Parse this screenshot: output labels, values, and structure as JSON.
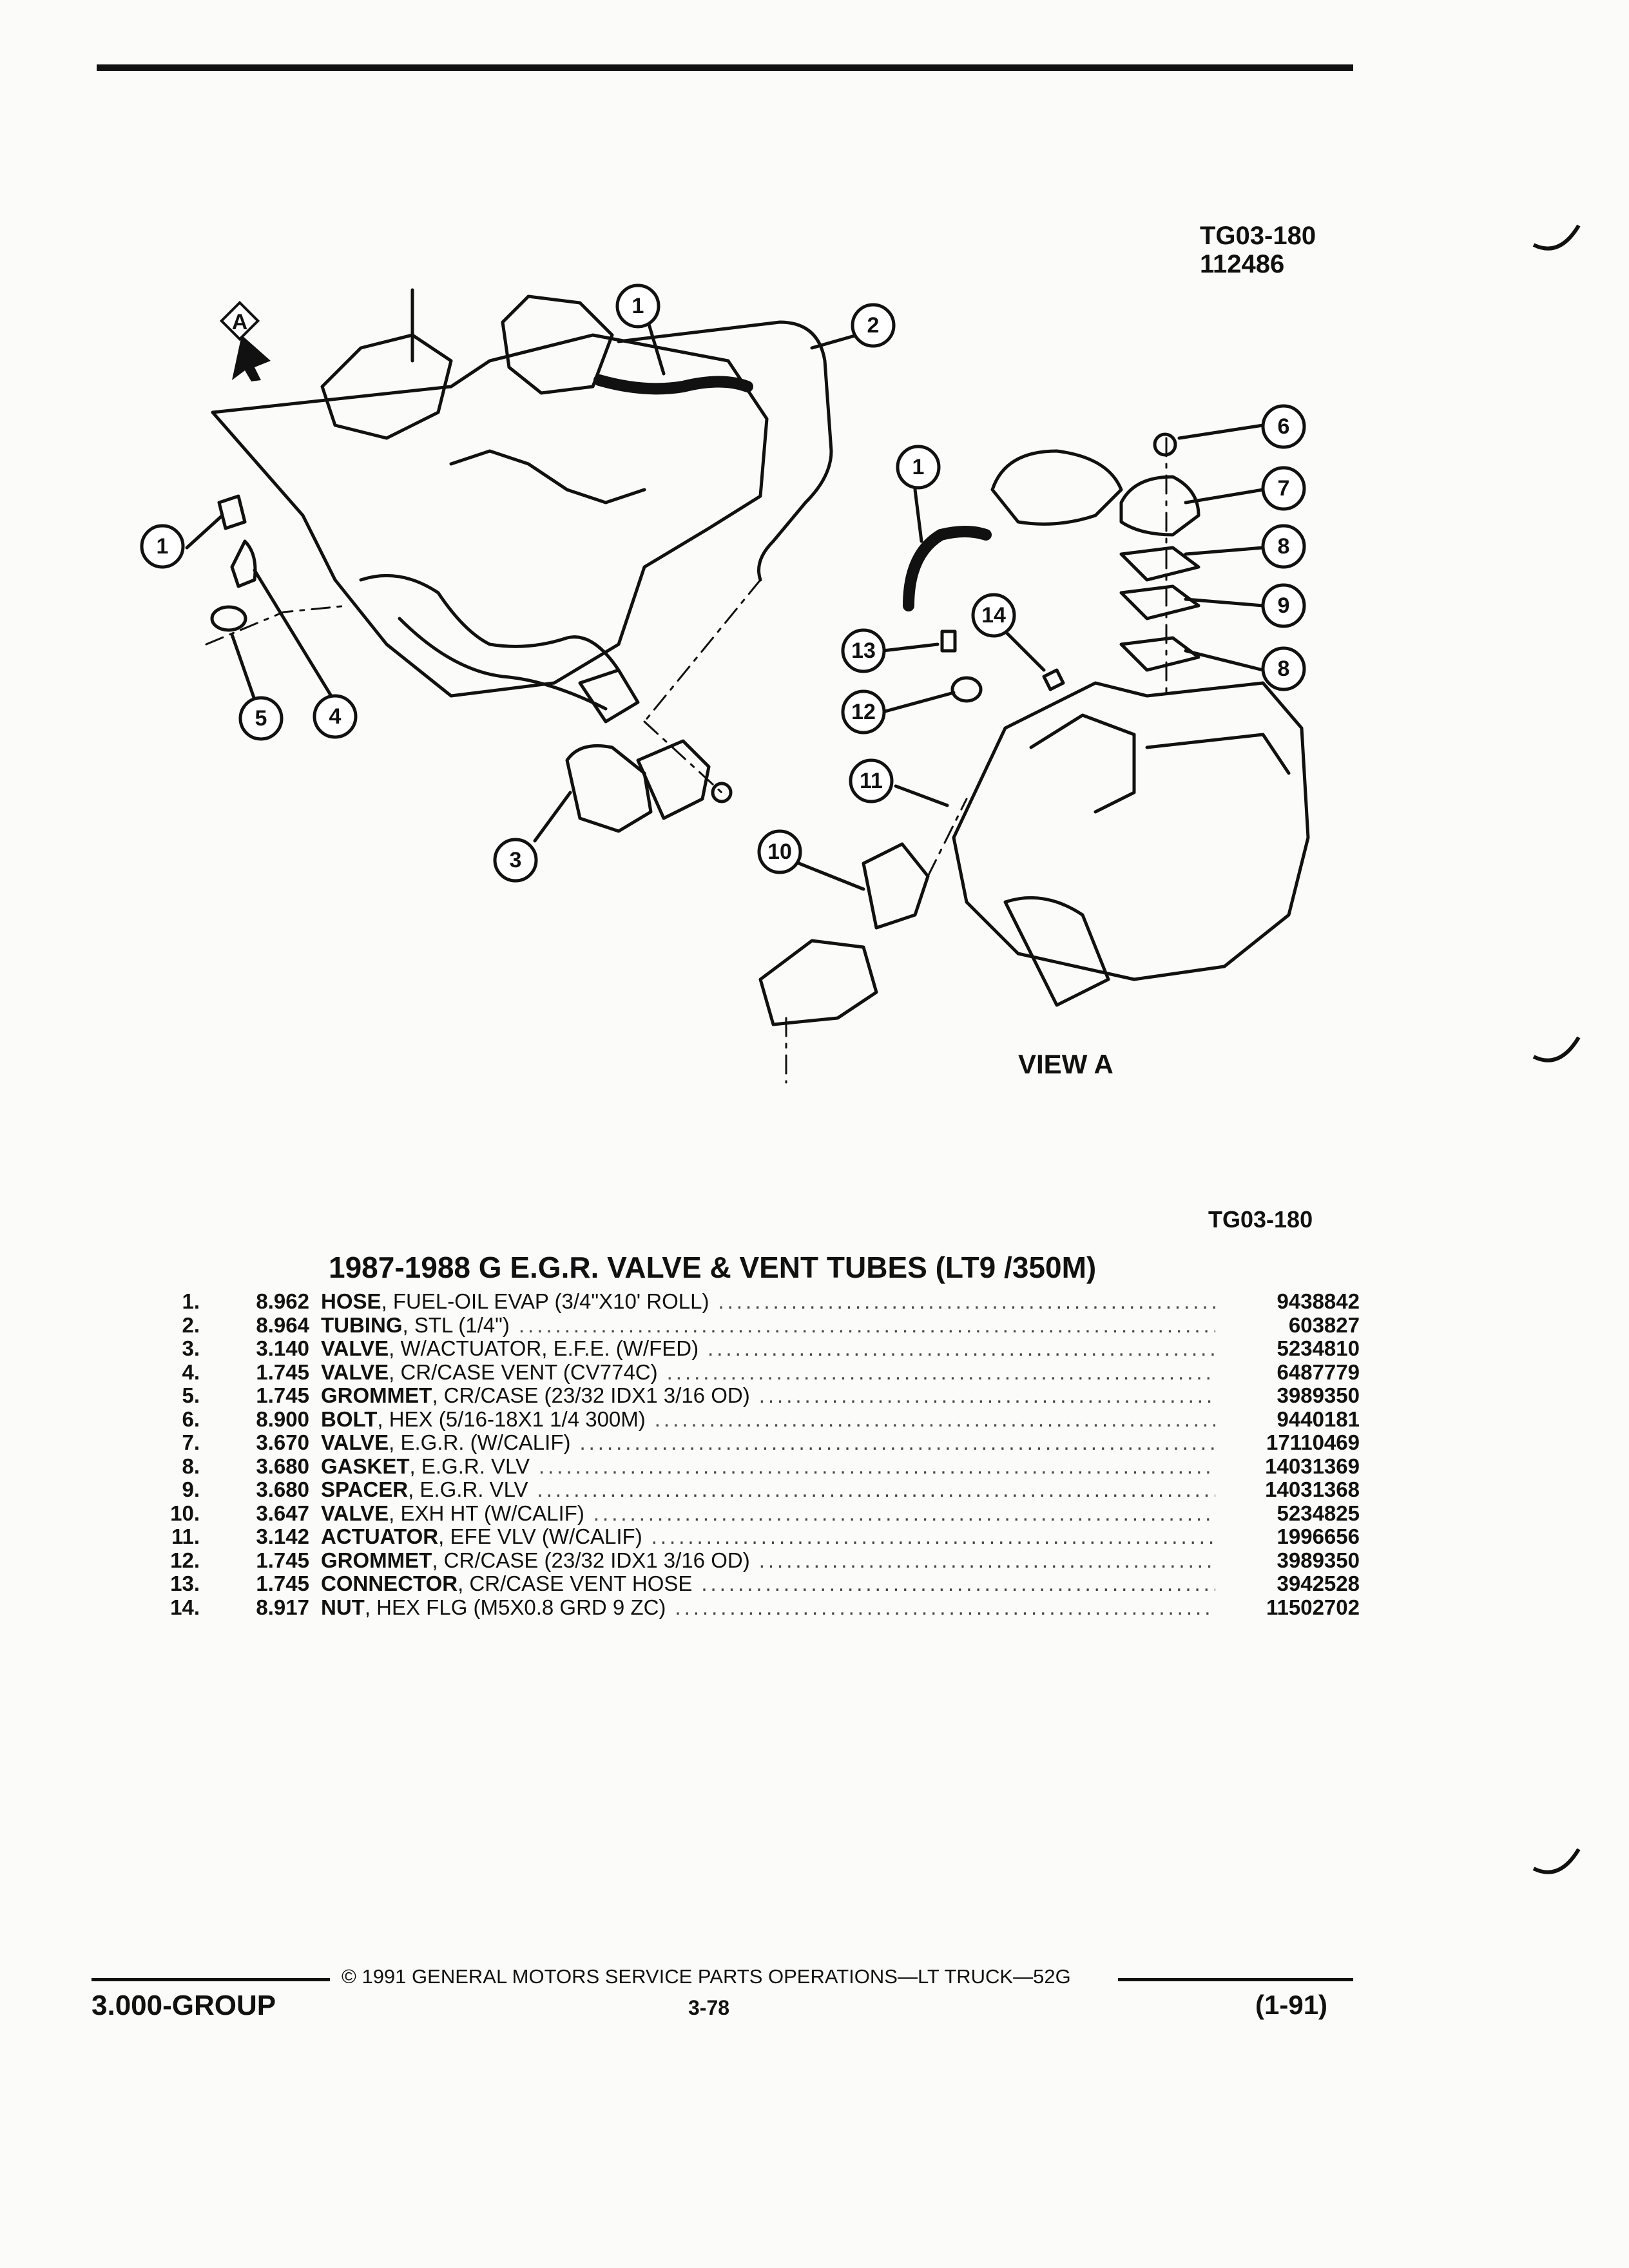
{
  "header": {
    "code": "TG03-180",
    "number": "112486"
  },
  "diagram": {
    "view_marker": "A",
    "view_label": "VIEW A",
    "callouts": [
      "1",
      "2",
      "1",
      "4",
      "5",
      "3",
      "6",
      "7",
      "8",
      "9",
      "8",
      "14",
      "13",
      "12",
      "11",
      "10",
      "1"
    ]
  },
  "figure_ref": "TG03-180",
  "title": "1987-1988 G E.G.R. VALVE & VENT TUBES (LT9 /350M)",
  "parts": [
    {
      "no": "1.",
      "group": "8.962",
      "name": "HOSE",
      "desc": ", FUEL-OIL EVAP (3/4\"X10' ROLL)",
      "part": "9438842"
    },
    {
      "no": "2.",
      "group": "8.964",
      "name": "TUBING",
      "desc": ", STL (1/4\")",
      "part": "603827"
    },
    {
      "no": "3.",
      "group": "3.140",
      "name": "VALVE",
      "desc": ", W/ACTUATOR, E.F.E. (W/FED)",
      "part": "5234810"
    },
    {
      "no": "4.",
      "group": "1.745",
      "name": "VALVE",
      "desc": ", CR/CASE VENT (CV774C)",
      "part": "6487779"
    },
    {
      "no": "5.",
      "group": "1.745",
      "name": "GROMMET",
      "desc": ", CR/CASE (23/32 IDX1 3/16 OD)",
      "part": "3989350"
    },
    {
      "no": "6.",
      "group": "8.900",
      "name": "BOLT",
      "desc": ", HEX (5/16-18X1 1/4 300M)",
      "part": "9440181"
    },
    {
      "no": "7.",
      "group": "3.670",
      "name": "VALVE",
      "desc": ", E.G.R. (W/CALIF)",
      "part": "17110469"
    },
    {
      "no": "8.",
      "group": "3.680",
      "name": "GASKET",
      "desc": ", E.G.R. VLV",
      "part": "14031369"
    },
    {
      "no": "9.",
      "group": "3.680",
      "name": "SPACER",
      "desc": ", E.G.R. VLV",
      "part": "14031368"
    },
    {
      "no": "10.",
      "group": "3.647",
      "name": "VALVE",
      "desc": ", EXH HT (W/CALIF)",
      "part": "5234825"
    },
    {
      "no": "11.",
      "group": "3.142",
      "name": "ACTUATOR",
      "desc": ", EFE VLV (W/CALIF)",
      "part": "1996656"
    },
    {
      "no": "12.",
      "group": "1.745",
      "name": "GROMMET",
      "desc": ", CR/CASE (23/32 IDX1 3/16 OD)",
      "part": "3989350"
    },
    {
      "no": "13.",
      "group": "1.745",
      "name": "CONNECTOR",
      "desc": ", CR/CASE VENT HOSE",
      "part": "3942528"
    },
    {
      "no": "14.",
      "group": "8.917",
      "name": "NUT",
      "desc": ", HEX FLG (M5X0.8 GRD 9 ZC)",
      "part": "11502702"
    }
  ],
  "footer": {
    "copyright": "© 1991  GENERAL MOTORS SERVICE PARTS OPERATIONS—LT TRUCK—52G",
    "group": "3.000-GROUP",
    "page": "3-78",
    "date": "(1-91)"
  }
}
